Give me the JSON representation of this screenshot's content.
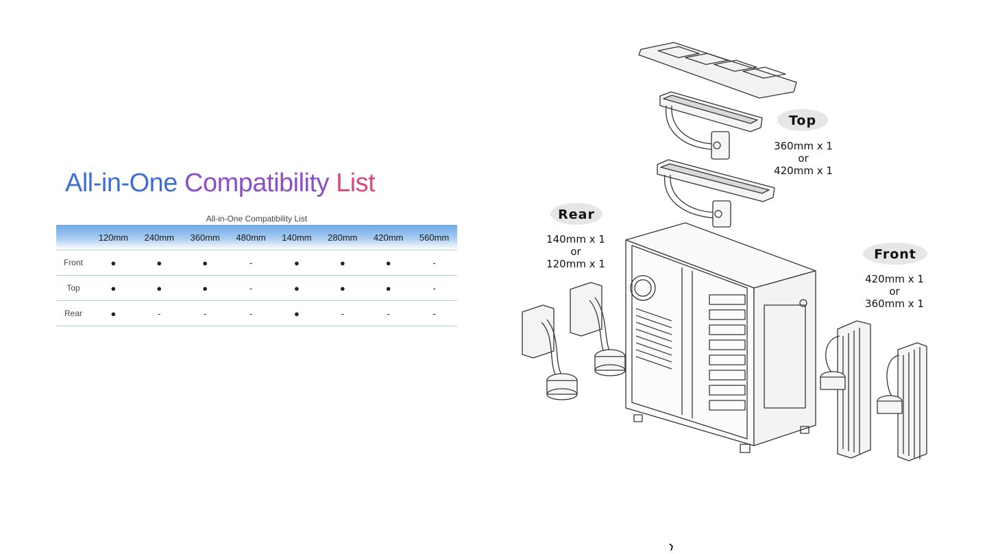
{
  "heading": {
    "words": [
      "All-in-One",
      "Compatibility",
      "List"
    ],
    "colors": [
      "#3d6fd1",
      "#8a4fc4",
      "#d64a7c"
    ]
  },
  "table": {
    "caption": "All-in-One Compatibility List",
    "columns": [
      "120mm",
      "240mm",
      "360mm",
      "480mm",
      "140mm",
      "280mm",
      "420mm",
      "560mm"
    ],
    "rows": [
      {
        "label": "Front",
        "cells": [
          "●",
          "●",
          "●",
          "-",
          "●",
          "●",
          "●",
          "-"
        ]
      },
      {
        "label": "Top",
        "cells": [
          "●",
          "●",
          "●",
          "-",
          "●",
          "●",
          "●",
          "-"
        ]
      },
      {
        "label": "Rear",
        "cells": [
          "●",
          "-",
          "-",
          "-",
          "●",
          "-",
          "-",
          "-"
        ]
      }
    ]
  },
  "diagram": {
    "top": {
      "label": "Top",
      "lines": [
        "360mm x 1",
        "or",
        "420mm x 1"
      ]
    },
    "rear": {
      "label": "Rear",
      "lines": [
        "140mm x 1",
        "or",
        "120mm x 1"
      ]
    },
    "front": {
      "label": "Front",
      "lines": [
        "420mm x 1",
        "or",
        "360mm x 1"
      ]
    }
  }
}
